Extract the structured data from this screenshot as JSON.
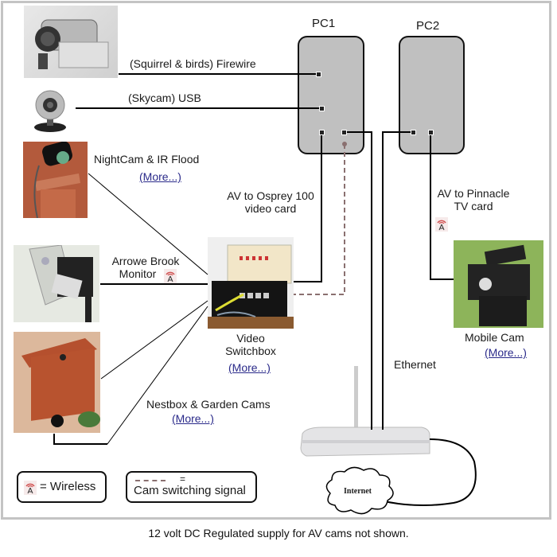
{
  "diagram": {
    "pcs": [
      {
        "label": "PC1"
      },
      {
        "label": "PC2"
      }
    ],
    "connections": {
      "firewire": "(Squirrel & birds)  Firewire",
      "usb": "(Skycam)  USB",
      "av_osprey": [
        "AV to Osprey 100",
        "video card"
      ],
      "av_pinnacle": [
        "AV to Pinnacle",
        "TV card"
      ],
      "ethernet": "Ethernet"
    },
    "devices": {
      "nightcam": {
        "label": "NightCam & IR Flood",
        "link": "(More...)"
      },
      "arrowe": {
        "label": [
          "Arrowe Brook",
          "Monitor"
        ]
      },
      "switchbox": {
        "label": [
          "Video",
          "Switchbox"
        ],
        "link": "(More...)"
      },
      "nestbox": {
        "label": "Nestbox & Garden Cams",
        "link": "(More...)"
      },
      "mobilecam": {
        "label": "Mobile Cam",
        "link": "(More...)"
      },
      "internet": {
        "label": "Internet"
      }
    },
    "legend": {
      "wireless": "= Wireless",
      "switching_eq": "=",
      "switching": "Cam switching signal"
    },
    "footer": "12 volt DC Regulated supply for AV cams not shown.",
    "colors": {
      "pc_fill": "#c0c0c0",
      "dashed_signal": "#8a7070",
      "link": "#2a2a8a",
      "wireless_icon": "#d05050",
      "frame": "#c4c4c4"
    }
  }
}
